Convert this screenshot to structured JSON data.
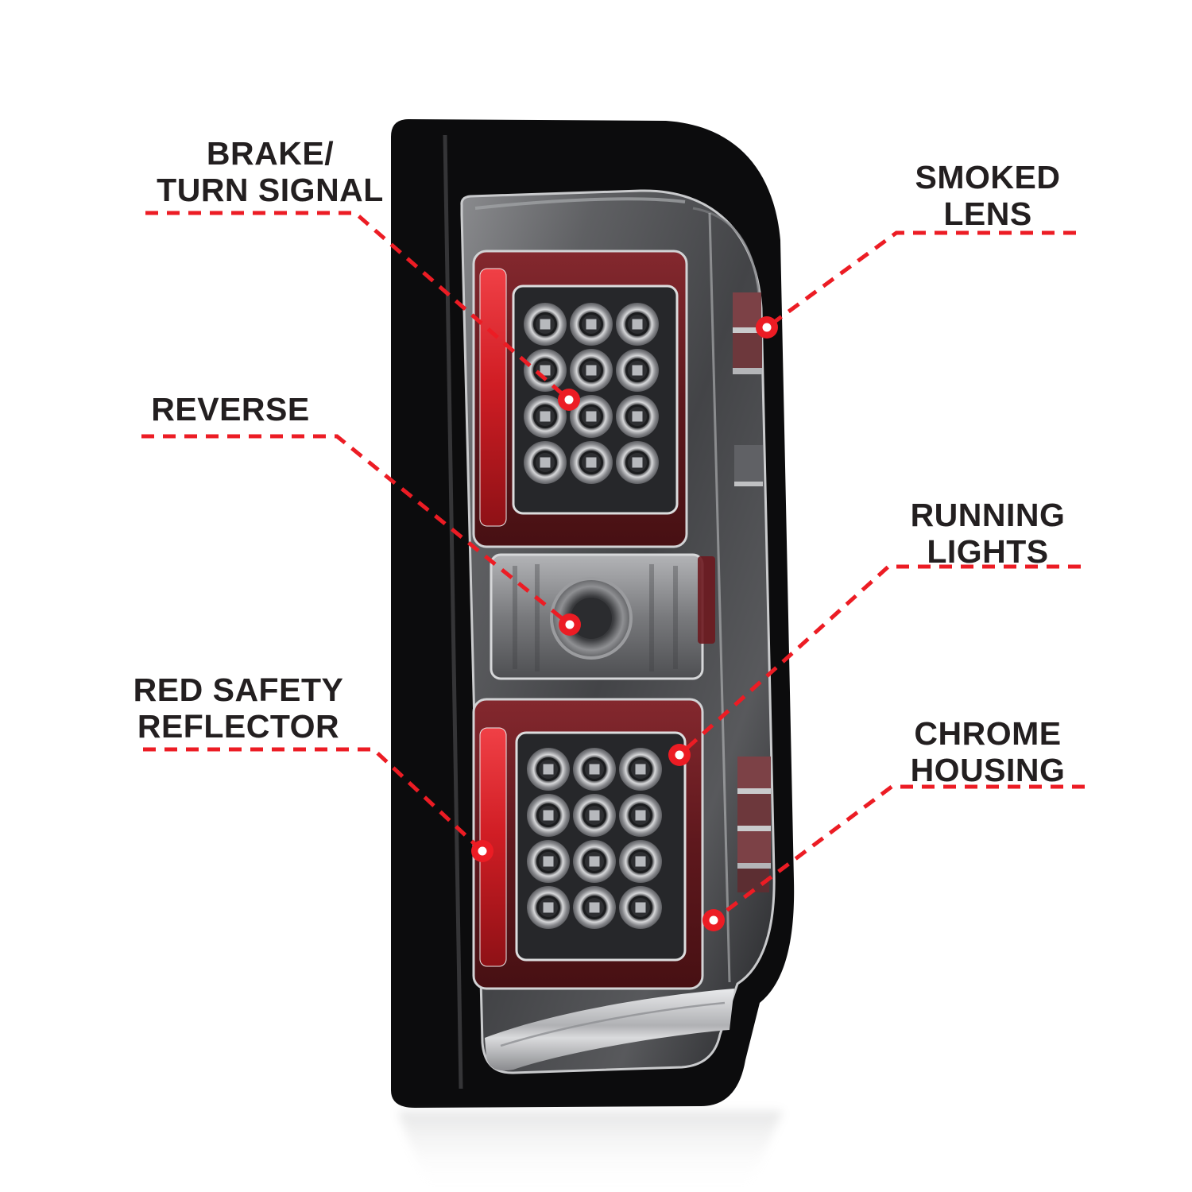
{
  "page": {
    "background_color": "#ffffff",
    "text_color": "#231f20",
    "accent_color": "#ec1c24",
    "subject": "LED tail light annotated feature diagram"
  },
  "diagram": {
    "callouts": [
      {
        "id": "brake-turn-signal",
        "side": "left",
        "lines": [
          "BRAKE/",
          "TURN SIGNAL"
        ]
      },
      {
        "id": "reverse",
        "side": "left",
        "lines": [
          "REVERSE"
        ]
      },
      {
        "id": "red-safety-reflector",
        "side": "left",
        "lines": [
          "RED SAFETY",
          "REFLECTOR"
        ]
      },
      {
        "id": "smoked-lens",
        "side": "right",
        "lines": [
          "SMOKED",
          "LENS"
        ]
      },
      {
        "id": "running-lights",
        "side": "right",
        "lines": [
          "RUNNING",
          "LIGHTS"
        ]
      },
      {
        "id": "chrome-housing",
        "side": "right",
        "lines": [
          "CHROME",
          "HOUSING"
        ]
      }
    ]
  }
}
